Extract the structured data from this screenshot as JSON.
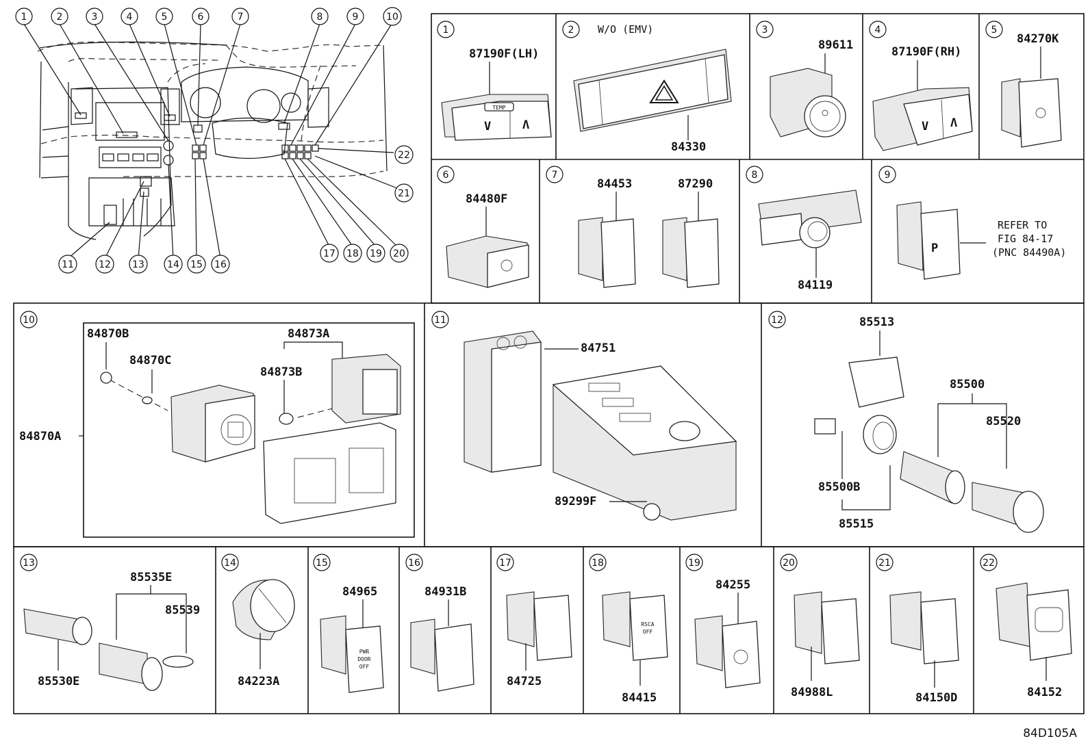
{
  "overview": {
    "callouts": [
      "1",
      "2",
      "3",
      "4",
      "5",
      "6",
      "7",
      "8",
      "9",
      "10",
      "11",
      "12",
      "13",
      "14",
      "15",
      "16",
      "17",
      "18",
      "19",
      "20",
      "21",
      "22"
    ]
  },
  "panels": [
    {
      "index": "1",
      "note": "",
      "parts": [
        "87190F(LH)"
      ]
    },
    {
      "index": "2",
      "note": "W/O (EMV)",
      "parts": [
        "84330"
      ]
    },
    {
      "index": "3",
      "note": "",
      "parts": [
        "89611"
      ]
    },
    {
      "index": "4",
      "note": "",
      "parts": [
        "87190F(RH)"
      ]
    },
    {
      "index": "5",
      "note": "",
      "parts": [
        "84270K"
      ]
    },
    {
      "index": "6",
      "note": "",
      "parts": [
        "84480F"
      ]
    },
    {
      "index": "7",
      "note": "",
      "parts": [
        "84453",
        "87290"
      ]
    },
    {
      "index": "8",
      "note": "",
      "parts": [
        "84119"
      ]
    },
    {
      "index": "9",
      "note": "",
      "parts": [
        "REFER TO",
        "FIG 84-17",
        "(PNC 84490A)"
      ]
    },
    {
      "index": "10",
      "note": "",
      "parts": [
        "84870B",
        "84870C",
        "84873A",
        "84873B",
        "84870A"
      ]
    },
    {
      "index": "11",
      "note": "",
      "parts": [
        "84751",
        "89299F"
      ]
    },
    {
      "index": "12",
      "note": "",
      "parts": [
        "85513",
        "85500",
        "85520",
        "85500B",
        "85515"
      ]
    },
    {
      "index": "13",
      "note": "",
      "parts": [
        "85535E",
        "85539",
        "85530E"
      ]
    },
    {
      "index": "14",
      "note": "",
      "parts": [
        "84223A"
      ]
    },
    {
      "index": "15",
      "note": "",
      "parts": [
        "84965"
      ]
    },
    {
      "index": "16",
      "note": "",
      "parts": [
        "84931B"
      ]
    },
    {
      "index": "17",
      "note": "",
      "parts": [
        "84725"
      ]
    },
    {
      "index": "18",
      "note": "",
      "parts": [
        "84415"
      ]
    },
    {
      "index": "19",
      "note": "",
      "parts": [
        "84255"
      ]
    },
    {
      "index": "20",
      "note": "",
      "parts": [
        "84988L"
      ]
    },
    {
      "index": "21",
      "note": "",
      "parts": [
        "84150D"
      ]
    },
    {
      "index": "22",
      "note": "",
      "parts": [
        "84152"
      ]
    }
  ],
  "switch_faces": {
    "temp": "TEMP",
    "down": "V",
    "up": "Λ",
    "rsca": "RSCA",
    "off": "OFF",
    "pwr": "PWR",
    "door": "DOOR",
    "p": "P"
  },
  "diagram_code": "84D105A"
}
